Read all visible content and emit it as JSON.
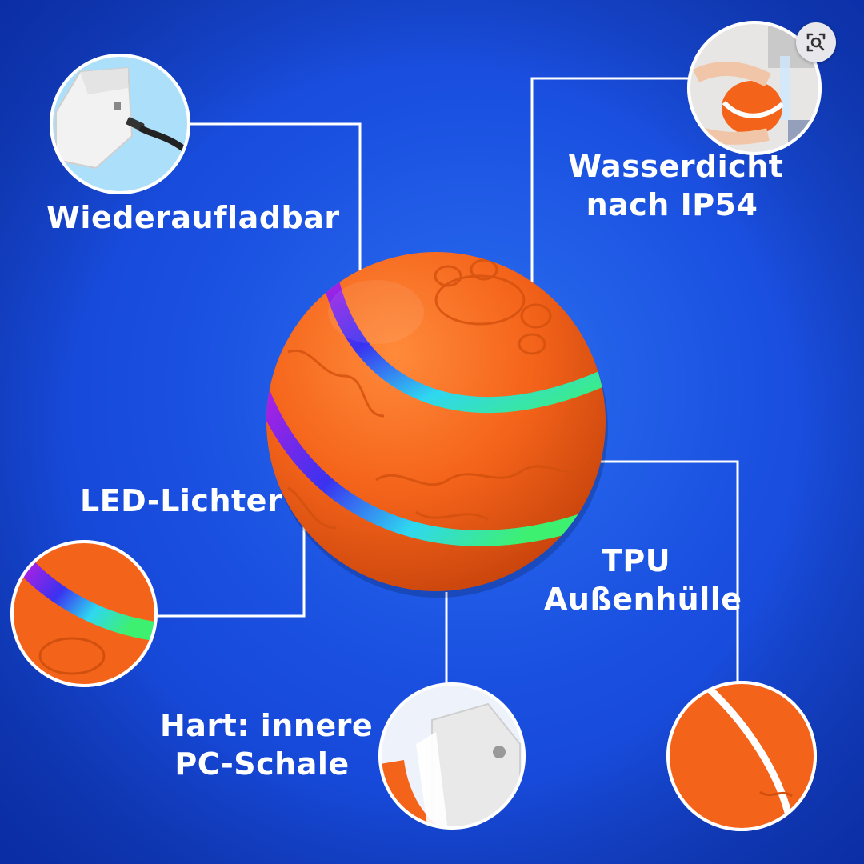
{
  "features": {
    "rechargeable": {
      "line1": "Wiederaufladbar"
    },
    "waterproof": {
      "line1": "Wasserdicht",
      "line2": "nach IP54"
    },
    "led": {
      "line1": "LED-Lichter"
    },
    "tpu": {
      "line1": "TPU",
      "line2": "Außenhülle"
    },
    "hard": {
      "line1": "Hart: innere",
      "line2": "PC-Schale"
    }
  },
  "colors": {
    "background": "#1a4fe0",
    "ball_orange": "#f4631a",
    "connector_line": "#ffffff",
    "led_gradient": [
      "#c21de0",
      "#2a3cf0",
      "#2fd7f0",
      "#3ef070"
    ]
  },
  "icons": {
    "lens": "visual-search-icon"
  }
}
